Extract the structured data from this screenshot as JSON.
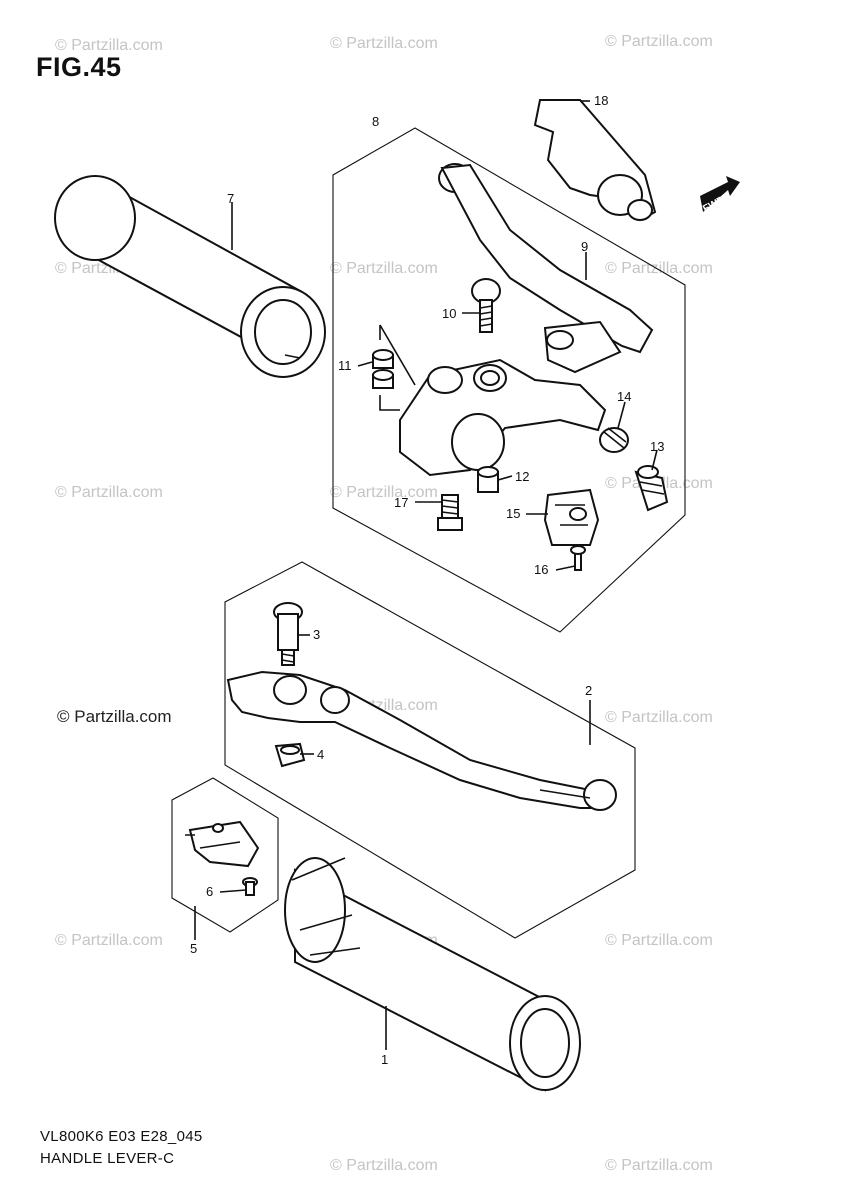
{
  "figure": {
    "title": "FIG.45"
  },
  "footer": {
    "model_code": "VL800K6 E03 E28_045",
    "diagram_name": "HANDLE LEVER-C"
  },
  "watermark": {
    "text": "© Partzilla.com"
  },
  "callouts": [
    {
      "id": "1",
      "label": "1"
    },
    {
      "id": "2",
      "label": "2"
    },
    {
      "id": "3",
      "label": "3"
    },
    {
      "id": "4",
      "label": "4"
    },
    {
      "id": "5",
      "label": "5"
    },
    {
      "id": "6",
      "label": "6"
    },
    {
      "id": "7",
      "label": "7"
    },
    {
      "id": "8",
      "label": "8"
    },
    {
      "id": "9",
      "label": "9"
    },
    {
      "id": "10",
      "label": "10"
    },
    {
      "id": "11",
      "label": "11"
    },
    {
      "id": "12",
      "label": "12"
    },
    {
      "id": "13",
      "label": "13"
    },
    {
      "id": "14",
      "label": "14"
    },
    {
      "id": "15",
      "label": "15"
    },
    {
      "id": "16",
      "label": "16"
    },
    {
      "id": "17",
      "label": "17"
    },
    {
      "id": "18",
      "label": "18"
    }
  ],
  "direction_marker": {
    "label": "FWD"
  }
}
